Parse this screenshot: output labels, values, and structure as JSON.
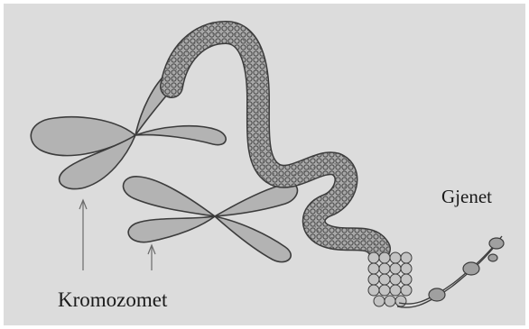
{
  "labels": {
    "genes": "Gjenet",
    "chromosomes": "Kromozomet"
  },
  "colors": {
    "background": "#dcdcdc",
    "chromosome_fill": "#b3b3b3",
    "chromatin": "#9a9a9a",
    "outline": "#3c3c3c"
  },
  "icons": {
    "arrows": "thin-up-arrow"
  }
}
